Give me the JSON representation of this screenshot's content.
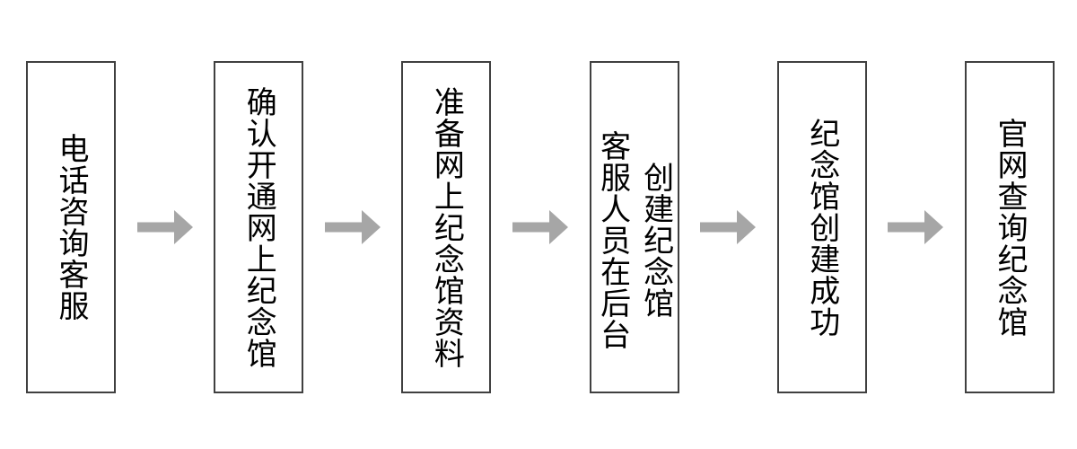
{
  "flowchart": {
    "title": "online memorial hall creation process",
    "direction": "left-to-right",
    "connector": "arrow-right",
    "colors": {
      "background": "#ffffff",
      "box_border": "#404040",
      "box_fill": "#ffffff",
      "text": "#000000",
      "arrow": "#a6a6a6"
    },
    "steps": [
      {
        "text": "电话咨询客服",
        "lines": [
          "电话咨询客服"
        ]
      },
      {
        "text": "确认开通网上纪念馆",
        "lines": [
          "确认开通网上纪念馆"
        ]
      },
      {
        "text": "准备网上纪念馆资料",
        "lines": [
          "准备网上纪念馆资料"
        ]
      },
      {
        "text": "客服人员在后台创建纪念馆",
        "lines": [
          "客服人员在后台",
          "创建纪念馆"
        ]
      },
      {
        "text": "纪念馆创建成功",
        "lines": [
          "纪念馆创建成功"
        ]
      },
      {
        "text": "官网查询纪念馆",
        "lines": [
          "官网查询纪念馆"
        ]
      }
    ]
  }
}
